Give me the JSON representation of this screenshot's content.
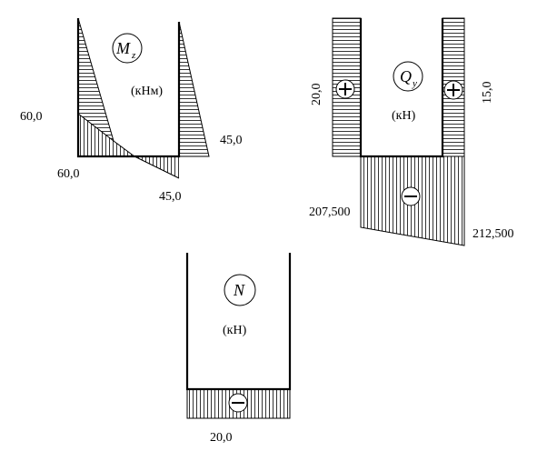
{
  "moment_diagram": {
    "symbol": "M",
    "subscript": "z",
    "unit": "(кНм)",
    "label_left_top": "60,0",
    "label_left_bottom": "60,0",
    "label_right_top": "45,0",
    "label_right_bottom": "45,0"
  },
  "shear_diagram": {
    "symbol": "Q",
    "subscript": "y",
    "unit": "(кН)",
    "label_left_column": "20,0",
    "label_right_column": "15,0",
    "label_beam_left": "207,500",
    "label_beam_right": "212,500"
  },
  "normal_diagram": {
    "symbol": "N",
    "unit": "(кН)",
    "label_beam": "20,0"
  }
}
